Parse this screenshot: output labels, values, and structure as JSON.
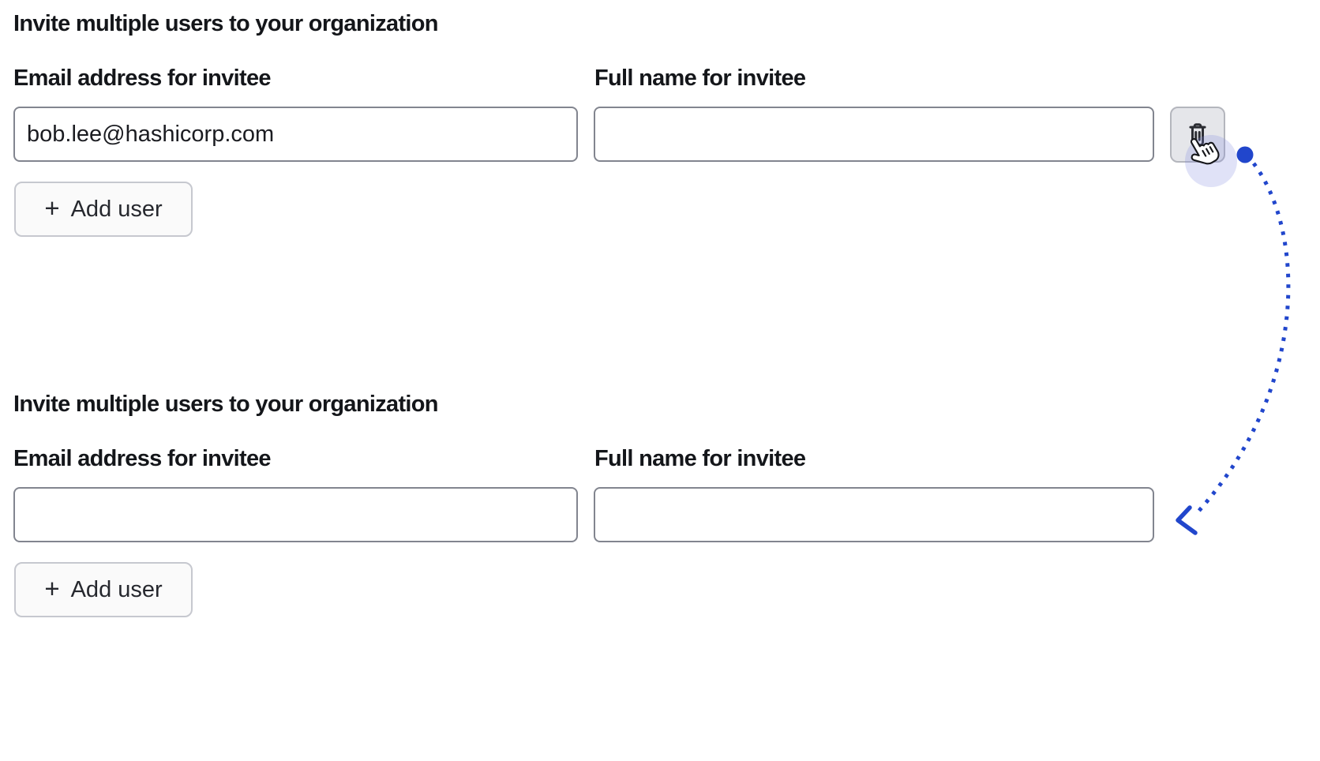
{
  "page": {
    "background": "#ffffff"
  },
  "ui": {
    "plus_glyph": "+"
  },
  "colors": {
    "annotation_blue": "#2146cc",
    "text": "#14161a",
    "input_border": "#82858f",
    "add_button_bg": "#fafafa",
    "add_button_border": "#c6c8cf",
    "delete_button_bg": "#e5e6ea",
    "delete_button_border": "#b4b6bd",
    "cursor_halo": "rgba(130,140,225,0.25)"
  },
  "icons": {
    "add_user": "plus-icon",
    "delete_row": "trash-icon",
    "cursor": "hand-pointer-cursor",
    "annotation": "dotted-arrow-with-dot"
  },
  "sections": [
    {
      "heading": "Invite multiple users to your organization",
      "email_label": "Email address for invitee",
      "name_label": "Full name for invitee",
      "email_value": "bob.lee@hashicorp.com",
      "name_value": "",
      "add_button_label": "Add user",
      "has_delete_button": "true"
    },
    {
      "heading": "Invite multiple users to your organization",
      "email_label": "Email address for invitee",
      "name_label": "Full name for invitee",
      "email_value": "",
      "name_value": "",
      "add_button_label": "Add user",
      "has_delete_button": "false"
    }
  ]
}
